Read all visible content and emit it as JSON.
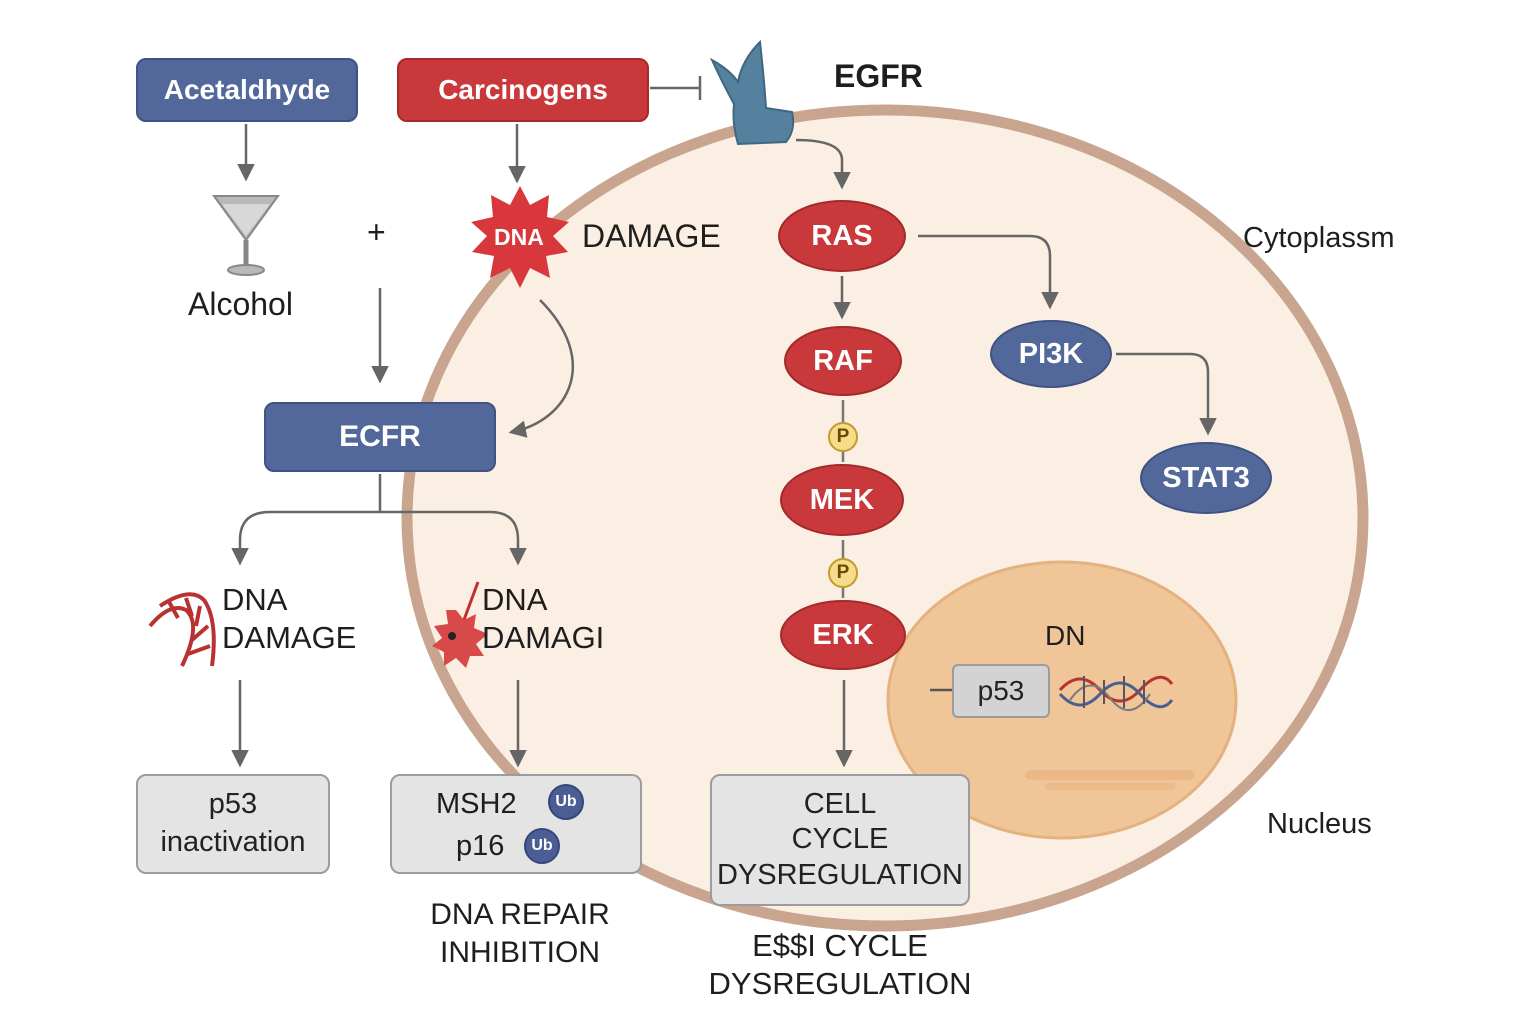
{
  "nodes": {
    "acetaldehyde": "Acetaldhyde",
    "carcinogens": "Carcinogens",
    "egfr_top": "EGFR",
    "alcohol": "Alcohol",
    "plus": "+",
    "dna_burst": "DNA",
    "damage_top": "DAMAGE",
    "ecfr": "ECFR",
    "cytoplasm": "Cytoplassm",
    "nucleus": "Nucleus",
    "ras": "RAS",
    "raf": "RAF",
    "mek": "MEK",
    "erk": "ERK",
    "pi3k": "PI3K",
    "stat3": "STAT3",
    "phospho": "P",
    "nucleus_dn": "DN",
    "p53_nucleus": "p53",
    "dna_damage_left_1": "DNA",
    "dna_damage_left_2": "DAMAGE",
    "dna_damage_mid_1": "DNA",
    "dna_damage_mid_2": "DAMAGI",
    "p53_inact_1": "p53",
    "p53_inact_2": "inactivation",
    "msh2": "MSH2",
    "p16": "p16",
    "ub": "Ub",
    "repair_1": "DNA REPAIR",
    "repair_2": "INHIBITION",
    "cell_cycle_1": "CELL",
    "cell_cycle_2": "CYCLE",
    "cell_cycle_3": "DYSREGULATION",
    "bottom_1": "E$$I CYCLE",
    "bottom_2": "DYSREGULATION"
  },
  "colors": {
    "blue": "#53689a",
    "red": "#c9383a",
    "cell_fill": "#fbeee2",
    "cell_border": "#c9a58f",
    "nucleus_fill": "#f0c699",
    "arrow": "#666666"
  }
}
